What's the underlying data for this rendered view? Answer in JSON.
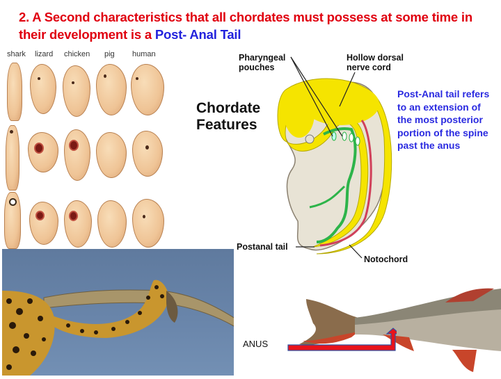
{
  "slide": {
    "title_part1": "2. A Second characteristics that all chordates must possess at some time in their development is a ",
    "title_part2": "Post- Anal Tail",
    "colors": {
      "title_red": "#e0000f",
      "accent_blue": "#2222dd"
    }
  },
  "embryo_figure": {
    "columns": [
      "shark",
      "lizard",
      "chicken",
      "pig",
      "human"
    ],
    "rows": 3
  },
  "chordate_diagram": {
    "heading_line1": "Chordate",
    "heading_line2": "Features",
    "labels": {
      "pharyngeal_line1": "Pharyngeal",
      "pharyngeal_line2": "pouches",
      "nerve_line1": "Hollow dorsal",
      "nerve_line2": "nerve cord",
      "postanal": "Postanal tail",
      "notochord": "Notochord"
    }
  },
  "description": {
    "text": "Post-Anal tail refers to an extension of the most posterior portion of the spine past the anus"
  },
  "fish_figure": {
    "arrow_label": "ANUS",
    "arrow_color": "#e8131b"
  },
  "leopard_photo": {
    "alt": "leopard-tail-on-branch"
  }
}
